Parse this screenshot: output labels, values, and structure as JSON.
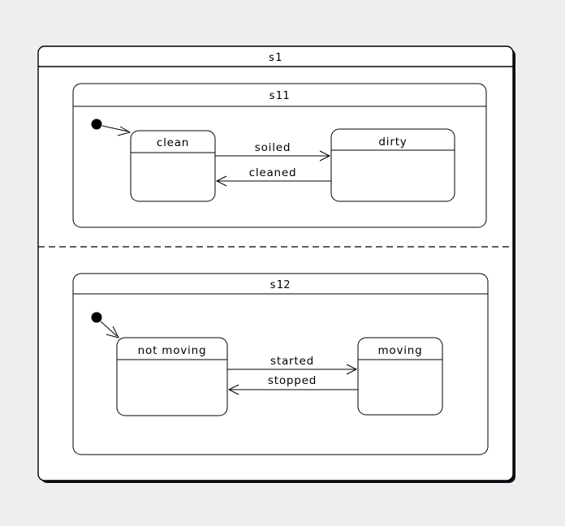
{
  "colors": {
    "page_background": "#eeeeee",
    "state_fill": "#ffffff",
    "line": "#000000",
    "shadow": "#0d0d17",
    "initial_dot": "#000000"
  },
  "diagram": {
    "type": "uml-state-machine",
    "s1": {
      "name": "s1"
    },
    "regions": {
      "top": {
        "composite": {
          "name": "s11"
        },
        "initial_target": "clean",
        "states": {
          "clean": {
            "name": "clean"
          },
          "dirty": {
            "name": "dirty"
          }
        },
        "transitions": {
          "soiled": {
            "label": "soiled",
            "from": "clean",
            "to": "dirty"
          },
          "cleaned": {
            "label": "cleaned",
            "from": "dirty",
            "to": "clean"
          }
        }
      },
      "bottom": {
        "composite": {
          "name": "s12"
        },
        "initial_target": "not moving",
        "states": {
          "not_moving": {
            "name": "not moving"
          },
          "moving": {
            "name": "moving"
          }
        },
        "transitions": {
          "started": {
            "label": "started",
            "from": "not moving",
            "to": "moving"
          },
          "stopped": {
            "label": "stopped",
            "from": "moving",
            "to": "not moving"
          }
        }
      }
    }
  }
}
